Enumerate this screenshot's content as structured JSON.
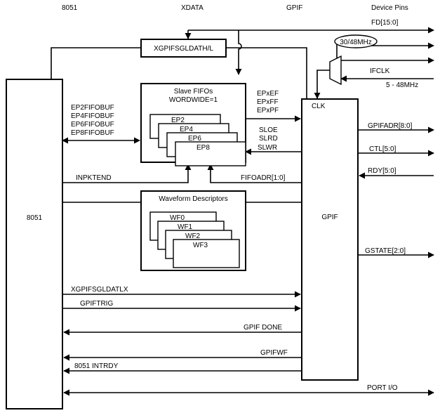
{
  "columns": {
    "c8051": "8051",
    "xdata": "XDATA",
    "gpif": "GPIF",
    "pins": "Device Pins"
  },
  "blocks": {
    "cpu": "8051",
    "gpif": "GPIF",
    "clk": "CLK",
    "xgpif_dath": "XGPIFSGLDATH/L",
    "fifo_title": "Slave FIFOs",
    "fifo_sub": "WORDWIDE=1",
    "wave_title": "Waveform Descriptors",
    "osc": "30/48MHz"
  },
  "fifo_eps": [
    "EP2",
    "EP4",
    "EP6",
    "EP8"
  ],
  "wave_wfs": [
    "WF0",
    "WF1",
    "WF2",
    "WF3"
  ],
  "signals": {
    "fifobuf": [
      "EP2FIFOBUF",
      "EP4FIFOBUF",
      "EP6FIFOBUF",
      "EP8FIFOBUF"
    ],
    "flags": [
      "EPxEF",
      "EPxFF",
      "EPxPF"
    ],
    "strobes": [
      "SLOE",
      "SLRD",
      "SLWR"
    ],
    "inpktend": "INPKTEND",
    "fifoadr": "FIFOADR[1:0]",
    "xgpif_datlx": "XGPIFSGLDATLX",
    "gpiftrig": "GPIFTRIG",
    "gpif_done": "GPIF DONE",
    "gpifwf": "GPIFWF",
    "intrdy": "8051 INTRDY",
    "port_io": "PORT I/O"
  },
  "pins": {
    "fd": "FD[15:0]",
    "ifclk": "IFCLK",
    "ext_clk": "5 - 48MHz",
    "gpifadr": "GPIFADR[8:0]",
    "ctl": "CTL[5:0]",
    "rdy": "RDY[5:0]",
    "gstate": "GSTATE[2:0]"
  }
}
